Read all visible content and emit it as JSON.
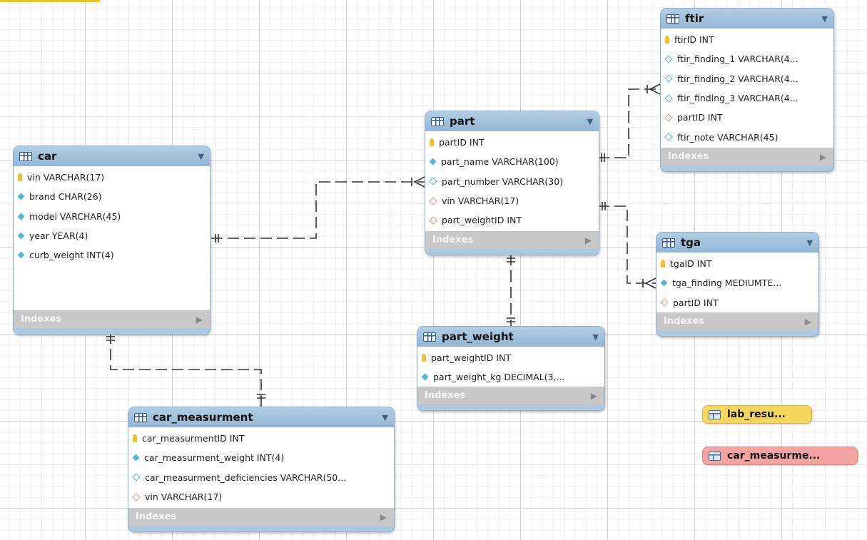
{
  "tables": {
    "car": {
      "title": "car",
      "columns": [
        "vin VARCHAR(17)",
        "brand CHAR(26)",
        "model VARCHAR(45)",
        "year YEAR(4)",
        "curb_weight INT(4)"
      ],
      "footer": "Indexes"
    },
    "part": {
      "title": "part",
      "columns": [
        "partID INT",
        "part_name VARCHAR(100)",
        "part_number VARCHAR(30)",
        "vin VARCHAR(17)",
        "part_weightID INT"
      ],
      "footer": "Indexes"
    },
    "ftir": {
      "title": "ftir",
      "columns": [
        "ftirID INT",
        "ftir_finding_1 VARCHAR(4...",
        "ftir_finding_2 VARCHAR(4...",
        "ftir_finding_3 VARCHAR(4...",
        "partID INT",
        "ftir_note VARCHAR(45)"
      ],
      "footer": "Indexes"
    },
    "tga": {
      "title": "tga",
      "columns": [
        "tgaID INT",
        "tga_finding MEDIUMTE...",
        "partID INT"
      ],
      "footer": "Indexes"
    },
    "part_weight": {
      "title": "part_weight",
      "columns": [
        "part_weightID INT",
        "part_weight_kg DECIMAL(3,..."
      ],
      "footer": "Indexes"
    },
    "car_measurment": {
      "title": "car_measurment",
      "columns": [
        "car_measurmentID INT",
        "car_measurment_weight INT(4)",
        "car_measurment_deficiencies VARCHAR(50...",
        "vin VARCHAR(17)"
      ],
      "footer": "Indexes"
    }
  },
  "notes": {
    "lab_results": {
      "label": "lab_resu...",
      "color": "#f7d660"
    },
    "car_measurement": {
      "label": "car_measurme...",
      "color": "#f4a3a3"
    }
  },
  "icons": {
    "primary_key": "key-icon",
    "column": "diamond-filled-icon",
    "nullable_column": "diamond-open-icon",
    "foreign_key": "diamond-fk-icon",
    "expand": "triangle-down-icon",
    "indexes": "triangle-right-icon"
  },
  "colors": {
    "header": "#a3c2de",
    "footer": "#c8c8c8",
    "relationship_line": "#333333"
  }
}
